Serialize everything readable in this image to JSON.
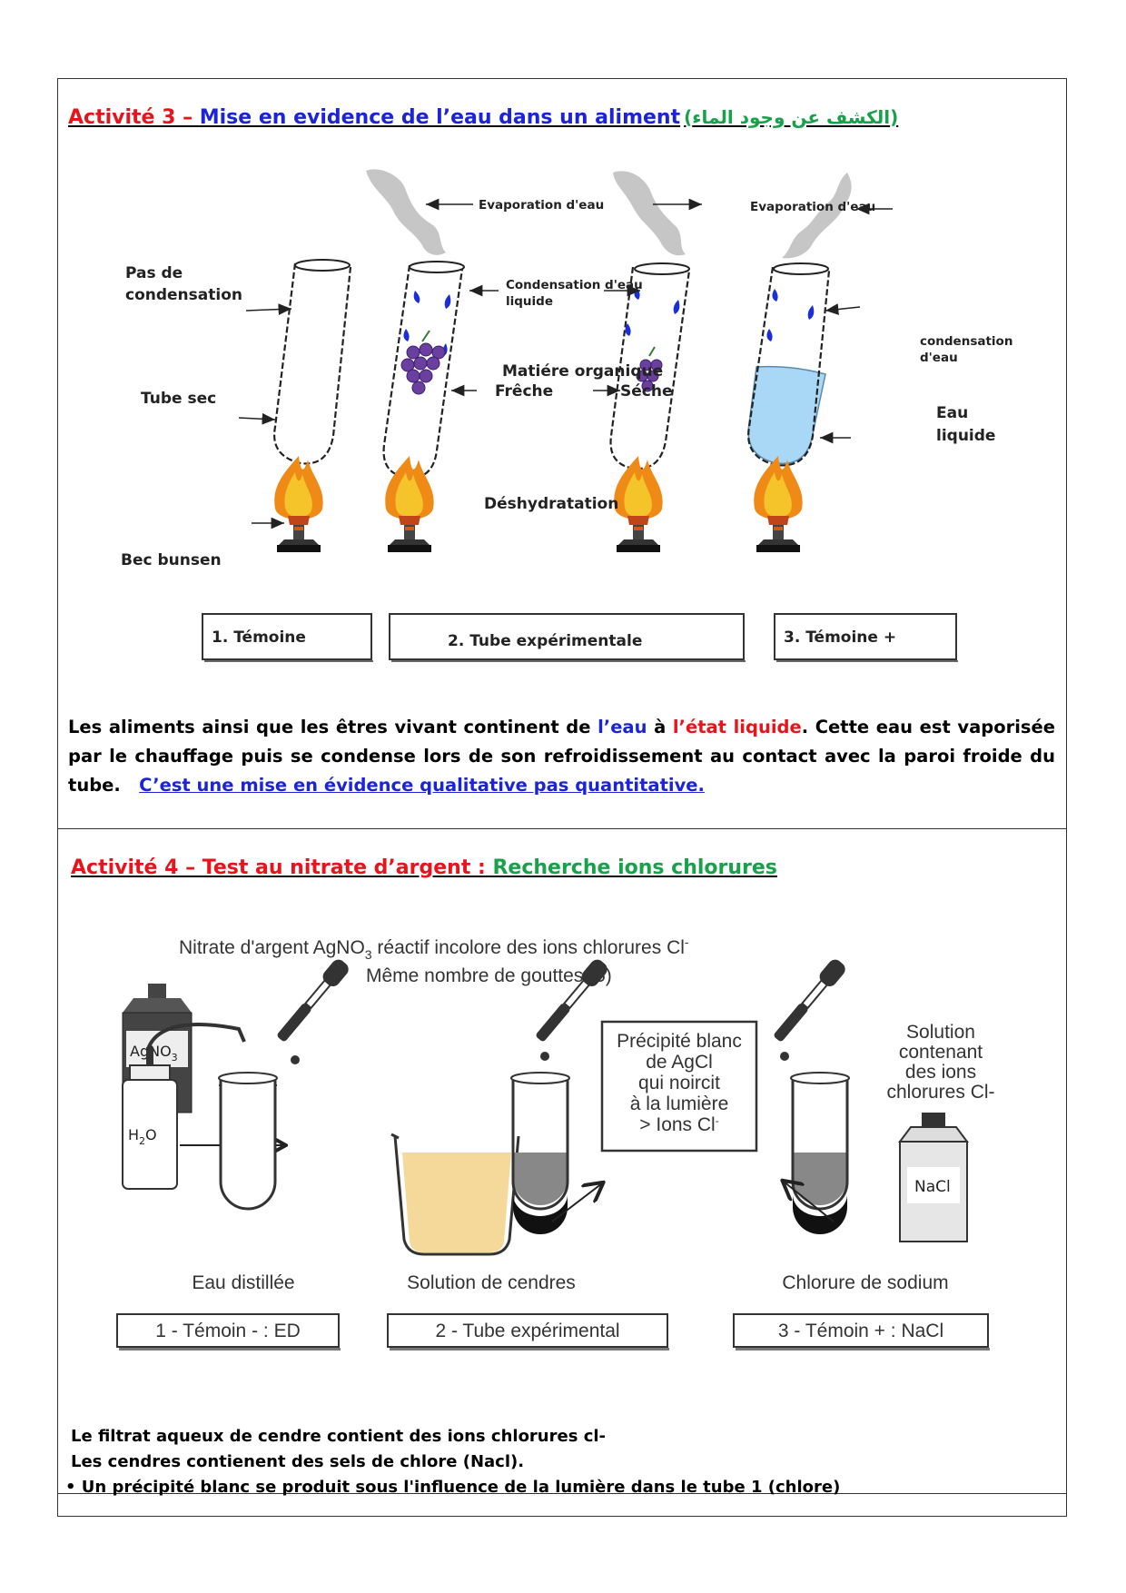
{
  "activity3": {
    "prefix": "Activité 3 – ",
    "title": "Mise en evidence de l’eau dans un aliment",
    "arabic": "(الكشف عن وجود الماء)",
    "diagram": {
      "evap1": "Evaporation d'eau",
      "evap2": "Evaporation d'eau",
      "pas_de": "Pas de",
      "condensation": "condensation",
      "cond_eau_1": "Condensation d'eau",
      "cond_eau_2": "liquide",
      "cond_right_1": "condensation",
      "cond_right_2": "d'eau",
      "tube_sec": "Tube sec",
      "matiere": "Matiére organique",
      "freche": "Frêche",
      "seche": "Séche",
      "eau_1": "Eau",
      "eau_2": "liquide",
      "deshydratation": "Déshydratation",
      "bec": "Bec bunsen",
      "box1": "1. Témoine",
      "box2": "2. Tube expérimentale",
      "box3": "3. Témoine +"
    },
    "text_a": "Les aliments ainsi que les êtres vivant continent de ",
    "text_eau": "l’eau",
    "text_b": " à ",
    "text_etat": "l’état liquide",
    "text_c": ". Cette eau est vaporisée par le chauffage puis se condense lors de son refroidissement au contact avec la paroi froide du tube.",
    "text_link": "C’est une mise en évidence qualitative pas quantitative."
  },
  "activity4": {
    "prefix": "Activité 4 – Test au nitrate d’argent :",
    "title": "Recherche ions chlorures",
    "diagram": {
      "heading1a": "Nitrate d'argent AgNO",
      "heading1b": "3",
      "heading1c": " réactif incolore des ions chlorures Cl",
      "heading1d": "-",
      "heading2": "Même nombre de gouttes (5)",
      "agno3": "AgNO",
      "agno3_sub": "3",
      "h2o": "H",
      "h2o_sub": "2",
      "h2o_end": "O",
      "precip1": "Précipité blanc",
      "precip2": "de AgCl",
      "precip3": "qui noircit",
      "precip4": "à la lumière",
      "precip5": "> Ions Cl",
      "precip5_sup": "-",
      "sol1": "Solution",
      "sol2": "contenant",
      "sol3": "des ions",
      "sol4": "chlorures Cl-",
      "nacl": "NaCl",
      "cap1": "Eau distillée",
      "cap2": "Solution de cendres",
      "cap3": "Chlorure de sodium",
      "box1": "1 - Témoin - : ED",
      "box2": "2 - Tube expérimental",
      "box3": "3 - Témoin + : NaCl"
    },
    "line1": "Le filtrat aqueux de cendre contient des ions chlorures cl-",
    "line2": "Les cendres contienent des sels de chlore (Nacl).",
    "line3": "• Un précipité blanc se produit sous l'influence de la lumière dans le tube 1 (chlore)"
  },
  "colors": {
    "red": "#e8141c",
    "blue": "#1c24d8",
    "green": "#17a24a",
    "drop": "#1a2fd6",
    "grape": "#6b3fa0",
    "water": "#a8d8f5"
  }
}
